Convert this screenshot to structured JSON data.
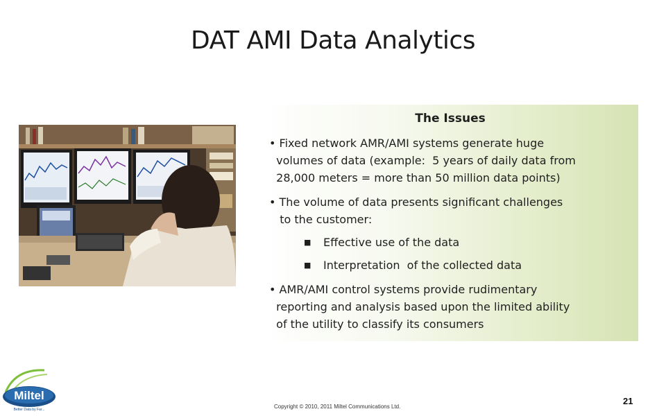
{
  "slide": {
    "title": "DAT AMI Data Analytics",
    "issues": {
      "heading": "The Issues",
      "bullet1": "• Fixed network AMR/AMI systems generate huge\n  volumes of data (example:  5 years of daily data from\n  28,000 meters = more than 50 million data points)",
      "bullet2": "• The volume of data presents significant challenges\n   to the customer:",
      "sub_bullets": [
        "Effective use of the data",
        "Interpretation  of the collected data"
      ],
      "bullet3": "• AMR/AMI control systems provide rudimentary\n  reporting and analysis based upon the limited ability\n  of the utility to classify its consumers"
    },
    "footer": {
      "logo_text": "Miltel",
      "logo_tagline": "Better Data by Far...",
      "copyright": "Copyright © 2010, 2011 Miltel Communications Ltd.",
      "page_number": "21"
    },
    "colors": {
      "box_gradient_end": "#d6e3b3",
      "logo_blue": "#1a4f8a",
      "logo_green": "#7cbf3a"
    },
    "icons": {
      "bullet": "square-bullet-icon"
    }
  }
}
